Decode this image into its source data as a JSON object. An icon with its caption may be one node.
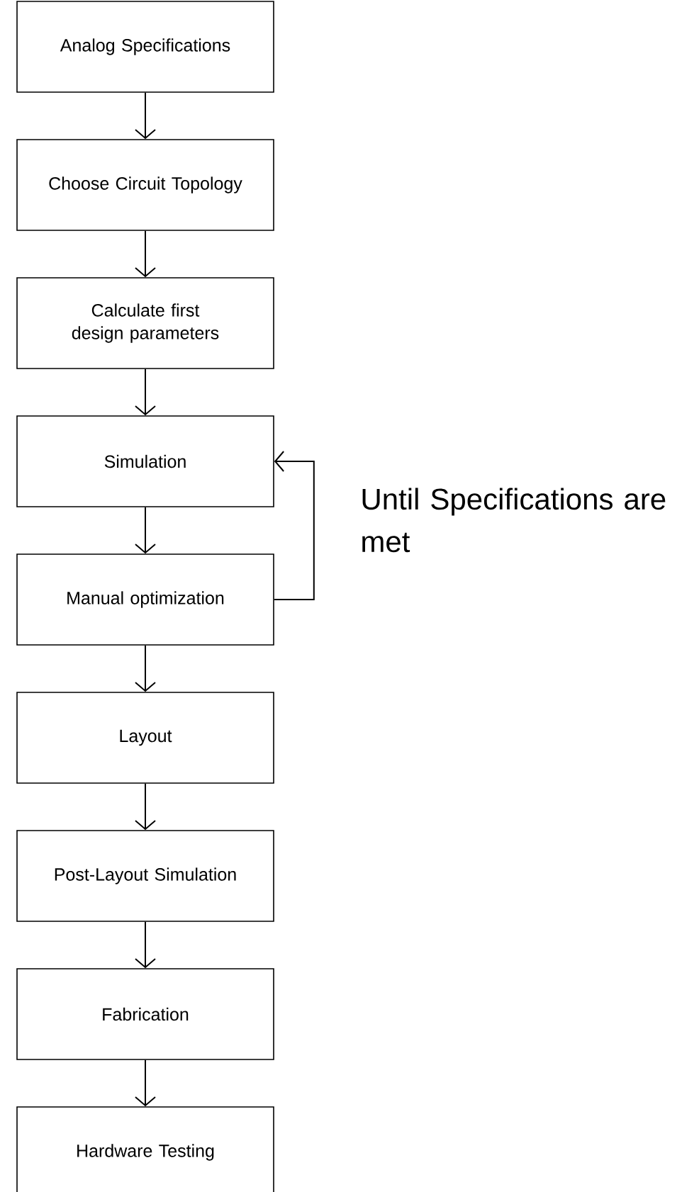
{
  "diagram": {
    "nodes": [
      {
        "text": [
          "Analog Specifications"
        ]
      },
      {
        "text": [
          "Choose Circuit Topology"
        ]
      },
      {
        "text": [
          "Calculate first design parameters"
        ]
      },
      {
        "text": [
          "Simulation"
        ]
      },
      {
        "text": [
          "Manual optimization"
        ]
      },
      {
        "text": [
          "Layout"
        ]
      },
      {
        "text": [
          "Post-Layout Simulation"
        ]
      },
      {
        "text": [
          "Fabrication"
        ]
      },
      {
        "text": [
          "Hardware Testing"
        ]
      }
    ],
    "edges": [
      {
        "from": 0,
        "to": 1,
        "arrow": "to"
      },
      {
        "from": 1,
        "to": 2,
        "arrow": "to"
      },
      {
        "from": 2,
        "to": 3,
        "arrow": "to"
      },
      {
        "from": 3,
        "to": 4,
        "arrow": "to"
      },
      {
        "from": 4,
        "to": 3,
        "arrow": "to"
      },
      {
        "from": 4,
        "to": 5,
        "arrow": "to"
      },
      {
        "from": 5,
        "to": 6,
        "arrow": "to"
      },
      {
        "from": 6,
        "to": 7,
        "arrow": "to"
      },
      {
        "from": 7,
        "to": 8,
        "arrow": "to"
      }
    ],
    "labels": [
      "Until Specifications are met"
    ]
  }
}
